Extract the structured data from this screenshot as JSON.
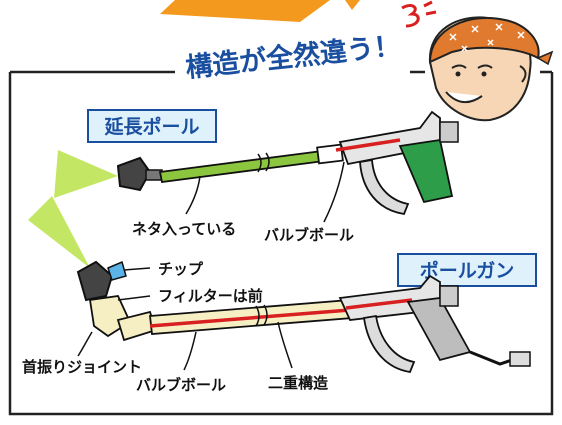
{
  "header": {
    "title": "構造が全然違う！"
  },
  "top_tool": {
    "name": "延長ポール",
    "callouts": {
      "threaded": "ネタ入っている",
      "valve_ball": "バルブボール"
    }
  },
  "bottom_tool": {
    "name": "ポールガン",
    "callouts": {
      "tip": "チップ",
      "filter": "フィルターは前",
      "swivel": "首振りジョイント",
      "valve_ball": "バルブボール",
      "double_structure": "二重構造"
    }
  },
  "colors": {
    "title_blue": "#1a4fa0",
    "box_fill": "#dff1fb",
    "box_border": "#1a4fa0",
    "pole_green": "#8cc63f",
    "spray_green": "#b8e34a",
    "valve_red": "#d82020",
    "handle_green": "#2e9d4a",
    "pole_cream": "#f7efc4",
    "frame": "#222222",
    "banner_orange": "#f39a1e"
  }
}
